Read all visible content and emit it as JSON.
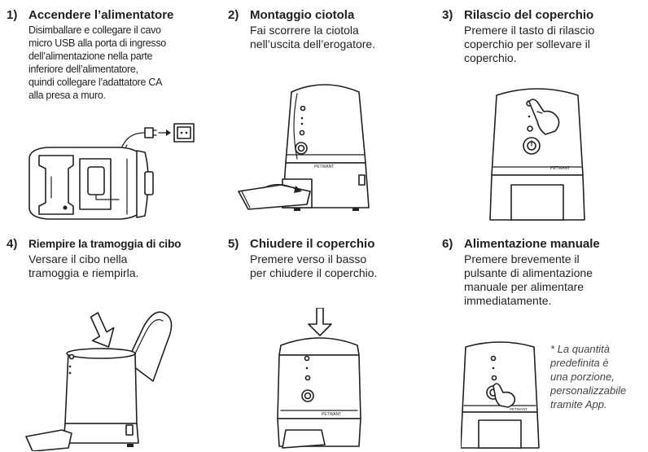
{
  "steps": [
    {
      "number": "1)",
      "title": "Accendere l’alimentatore",
      "description": "Disimballare e collegare il cavo\nmicro USB alla porta di ingresso\ndell’alimentazione nella parte\ninferiore dell’alimentatore,\nquindi collegare l’adattatore CA\nalla presa a muro."
    },
    {
      "number": "2)",
      "title": "Montaggio ciotola",
      "description": "Fai scorrere la ciotola\nnell’uscita dell’erogatore."
    },
    {
      "number": "3)",
      "title": "Rilascio del coperchio",
      "description": "Premere il tasto di rilascio\ncoperchio per sollevare il\ncoperchio."
    },
    {
      "number": "4)",
      "title": "Riempire la tramoggia di cibo",
      "description": "Versare il cibo nella\ntramoggia e riempirla."
    },
    {
      "number": "5)",
      "title": "Chiudere il coperchio",
      "description": "Premere verso il basso\nper chiudere il coperchio."
    },
    {
      "number": "6)",
      "title": "Alimentazione manuale",
      "description": "Premere brevemente il\npulsante di alimentazione\nmanuale per alimentare\nimmediatamente."
    }
  ],
  "footnote": "* La quantità\npredefinita è\nuna porzione,\npersonalizzabile\ntramite App.",
  "device_label": "PETWANT"
}
